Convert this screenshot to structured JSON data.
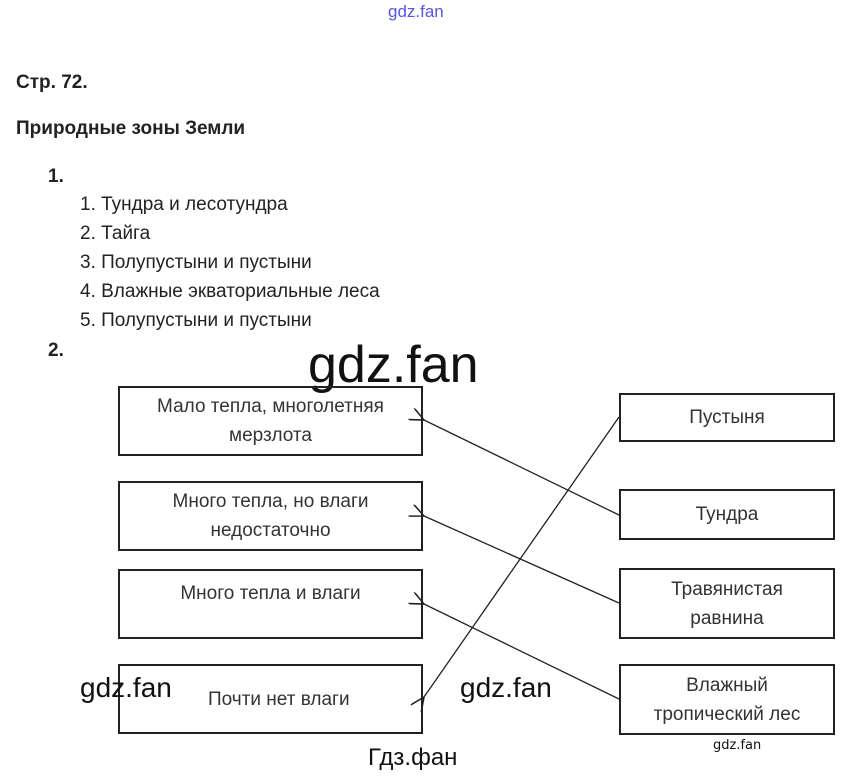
{
  "watermark_top": "gdz.fan",
  "page_label": "Стр. 72.",
  "title": "Природные зоны Земли",
  "task1": {
    "number": "1.",
    "items": [
      "1. Тундра и лесотундра",
      "2. Тайга",
      "3. Полупустыни и пустыни",
      "4. Влажные экваториальные леса",
      "5. Полупустыни и пустыни"
    ]
  },
  "task2": {
    "number": "2.",
    "left": [
      "Мало тепла, многолетняя мерзлота",
      "Много тепла, но влаги недостаточно",
      "Много тепла и влаги",
      "Почти нет влаги"
    ],
    "right": [
      "Пустыня",
      "Тундра",
      "Травянистая равнина",
      "Влажный тропический лес"
    ]
  },
  "watermark_big": "gdz.fan",
  "watermark_left": "gdz.fan",
  "watermark_mid": "gdz.fan",
  "watermark_small": "gdz.fan",
  "watermark_bottom": "Гдз.фан"
}
